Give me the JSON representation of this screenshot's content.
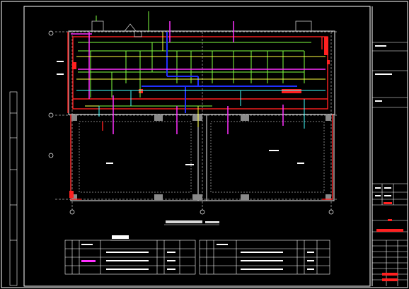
{
  "colors": {
    "background": "#000000",
    "frame": "#ffffff",
    "wall": "#c8c8c8",
    "pipe_red": "#ff2020",
    "pipe_green": "#80ff40",
    "pipe_blue": "#2030ff",
    "pipe_magenta": "#ff30ff",
    "pipe_yellow": "#ffff40",
    "pipe_cyan": "#40ffff",
    "grid": "#ffffff"
  },
  "drawing": {
    "plan_title": "",
    "table_title": ""
  },
  "legend_tables": {
    "left": {
      "rows": 4
    },
    "right": {
      "rows": 4
    }
  },
  "title_block": {
    "rows": 18
  }
}
